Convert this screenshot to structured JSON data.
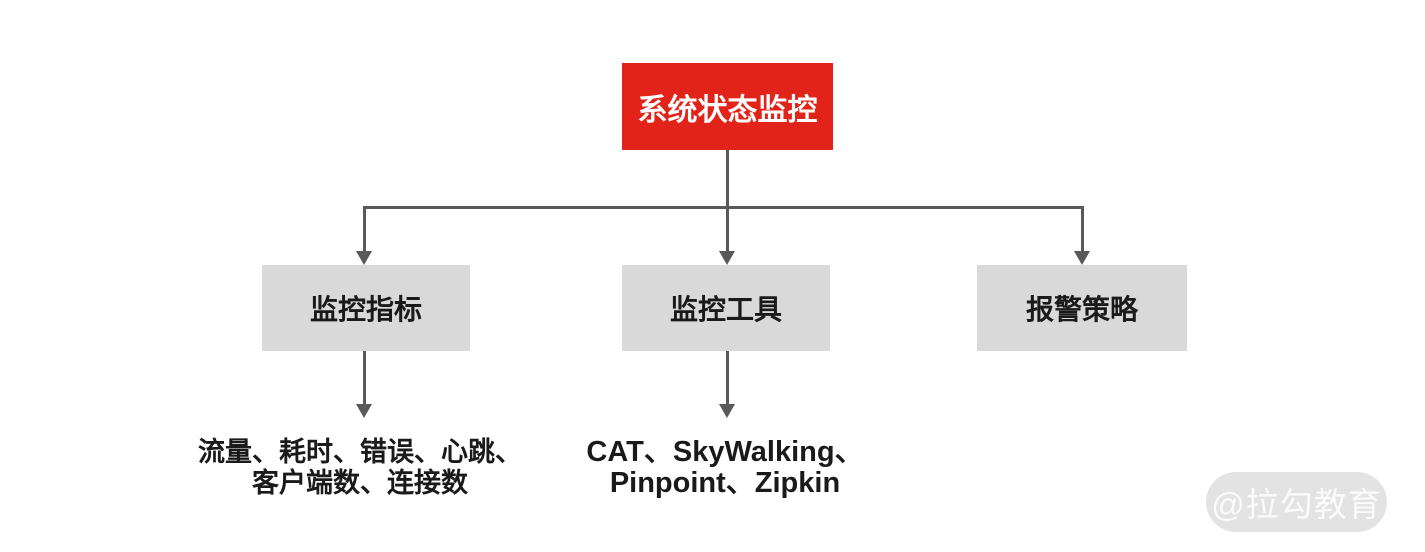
{
  "diagram": {
    "root": {
      "label": "系统状态监控"
    },
    "children": [
      {
        "label": "监控指标",
        "details": [
          "流量、耗时、错误、心跳、",
          "客户端数、连接数"
        ]
      },
      {
        "label": "监控工具",
        "details": [
          "CAT、SkyWalking、",
          "Pinpoint、Zipkin"
        ]
      },
      {
        "label": "报警策略",
        "details": []
      }
    ],
    "colors": {
      "root_bg": "#e2231a",
      "root_text": "#ffffff",
      "child_bg": "#d9d9d9",
      "child_text": "#1a1a1a",
      "connector": "#595959"
    }
  },
  "watermark": {
    "label": "@拉勾教育"
  }
}
